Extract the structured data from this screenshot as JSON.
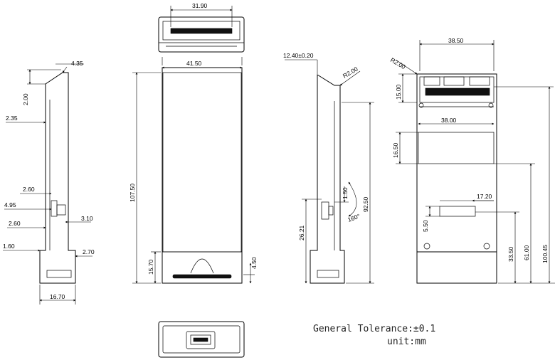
{
  "notes": {
    "tolerance": "General Tolerance:±0.1",
    "unit": "unit:mm"
  },
  "dims": {
    "top_width": "31.90",
    "body_width": "41.50",
    "body_height": "107.50",
    "front_15_70": "15.70",
    "front_4_50": "4.50",
    "side_4_35": "4.35",
    "side_2_00": "2.00",
    "side_2_35": "2.35",
    "side_2_60_a": "2.60",
    "side_4_95": "4.95",
    "side_3_10": "3.10",
    "side_2_60_b": "2.60",
    "side_1_60": "1.60",
    "side_2_70": "2.70",
    "side_16_70": "16.70",
    "s3_12_40": "12.40±0.20",
    "s3_r2_00": "R2.00",
    "s3_1_50": "1.50",
    "s3_92_50": "92.50",
    "s3_26_21": "26.21",
    "s3_angle": "160°",
    "r_38_50": "38.50",
    "r_r2_00": "R2.00",
    "r_15_00": "15.00",
    "r_38_00": "38.00",
    "r_16_50": "16.50",
    "r_17_20": "17.20",
    "r_5_50": "5.50",
    "r_33_50": "33.50",
    "r_61_00": "61.00",
    "r_100_45": "100.45"
  }
}
